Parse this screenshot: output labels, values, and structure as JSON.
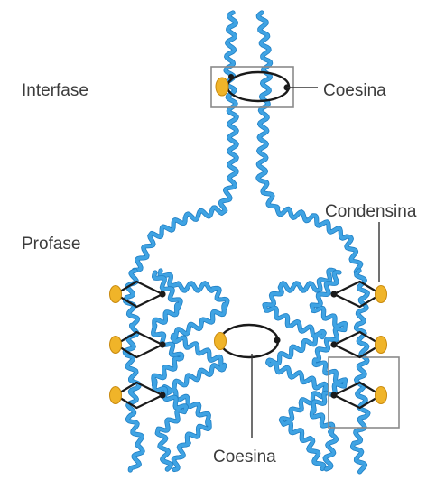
{
  "labels": {
    "interphase": "Interfase",
    "prophase": "Profase",
    "cohesin_top": "Coesina",
    "condensin": "Condensina",
    "cohesin_bottom": "Coesina"
  },
  "colors": {
    "chromatin": "#3fa3e3",
    "chromatin_dark": "#1f7fc4",
    "protein": "#f0b429",
    "protein_edge": "#c98a0e",
    "ring": "#1a1a1a",
    "box": "#8a8a8a",
    "leader": "#333333",
    "text": "#3c3c3c"
  }
}
